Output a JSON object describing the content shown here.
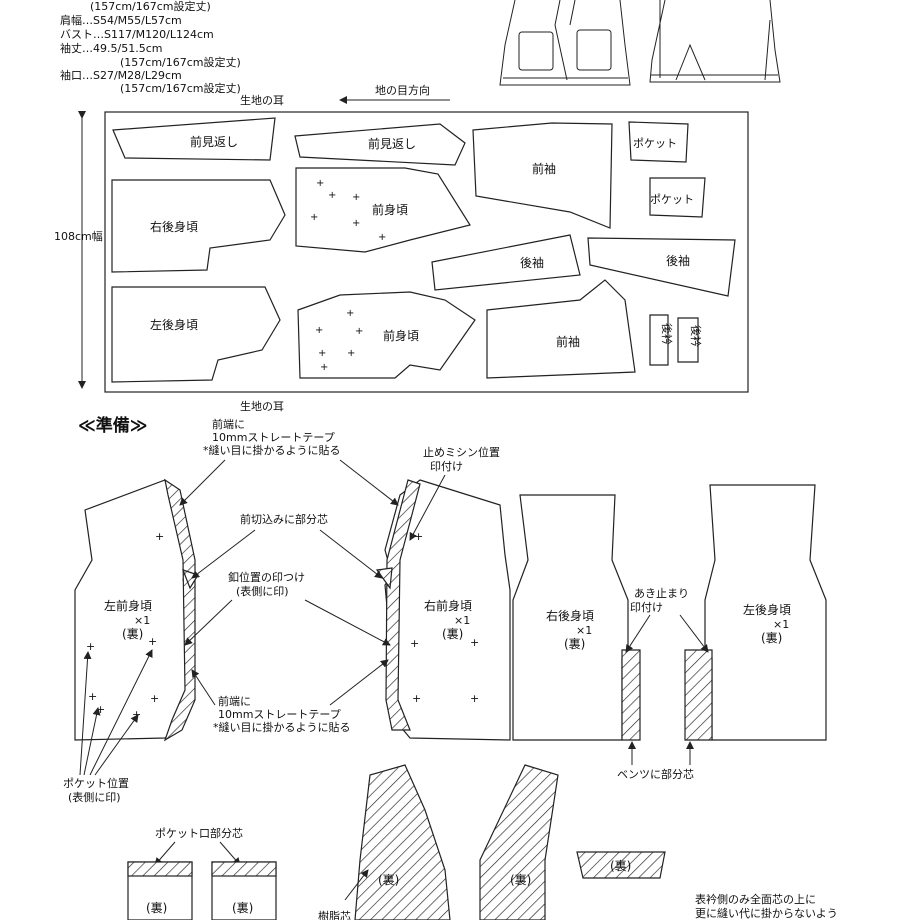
{
  "specs": [
    {
      "key": "spec-1",
      "text": "(157cm/167cm設定丈)"
    },
    {
      "key": "spec-2",
      "text": "肩幅…S54/M55/L57cm"
    },
    {
      "key": "spec-3",
      "text": "バスト…S117/M120/L124cm"
    },
    {
      "key": "spec-4",
      "text": "袖丈…49.5/51.5cm"
    },
    {
      "key": "spec-5",
      "text": "(157cm/167cm設定丈)"
    },
    {
      "key": "spec-6",
      "text": "袖口…S27/M28/L29cm"
    },
    {
      "key": "spec-7",
      "text": "(157cm/167cm設定丈)"
    }
  ],
  "layout": {
    "selvage_top": "生地の耳",
    "selvage_bottom": "生地の耳",
    "grain_direction": "地の目方向",
    "fabric_width": "108cm幅",
    "pieces": {
      "front_facing_1": "前見返し",
      "front_facing_2": "前見返し",
      "front_sleeve_1": "前袖",
      "front_sleeve_2": "前袖",
      "pocket_1": "ポケット",
      "pocket_2": "ポケット",
      "right_back_body": "右後身頃",
      "left_back_body": "左後身頃",
      "front_body_1": "前身頃",
      "front_body_2": "前身頃",
      "back_sleeve_1": "後袖",
      "back_sleeve_2": "後袖",
      "back_collar_1": "後衿",
      "back_collar_2": "後衿"
    }
  },
  "prep": {
    "heading": "≪準備≫",
    "tape_top": [
      "前端に",
      "10mmストレートテープ",
      "*縫い目に掛かるように貼る"
    ],
    "tape_bottom": [
      "前端に",
      "10mmストレートテープ",
      "*縫い目に掛かるように貼る"
    ],
    "stitch_mark": [
      "止めミシン位置",
      "印付け"
    ],
    "notch_interfacing": "前切込みに部分芯",
    "button_mark": [
      "釦位置の印つけ",
      "(表側に印)"
    ],
    "left_front": [
      "左前身頃",
      "×1",
      "(裏)"
    ],
    "right_front": [
      "右前身頃",
      "×1",
      "(裏)"
    ],
    "pocket_pos": [
      "ポケット位置",
      "(表側に印)"
    ],
    "right_back": [
      "右後身頃",
      "×1",
      "(裏)"
    ],
    "left_back": [
      "左後身頃",
      "×1",
      "(裏)"
    ],
    "slit_mark": [
      "あき止まり",
      "印付け"
    ],
    "vent_interfacing": "ベンツに部分芯",
    "pocket_interfacing": "ポケット口部分芯",
    "ura": "(裏)",
    "collar_note": [
      "表衿側のみ全面芯の上に",
      "更に縫い代に掛からないよう"
    ],
    "partial_label": "樹脂芯"
  }
}
